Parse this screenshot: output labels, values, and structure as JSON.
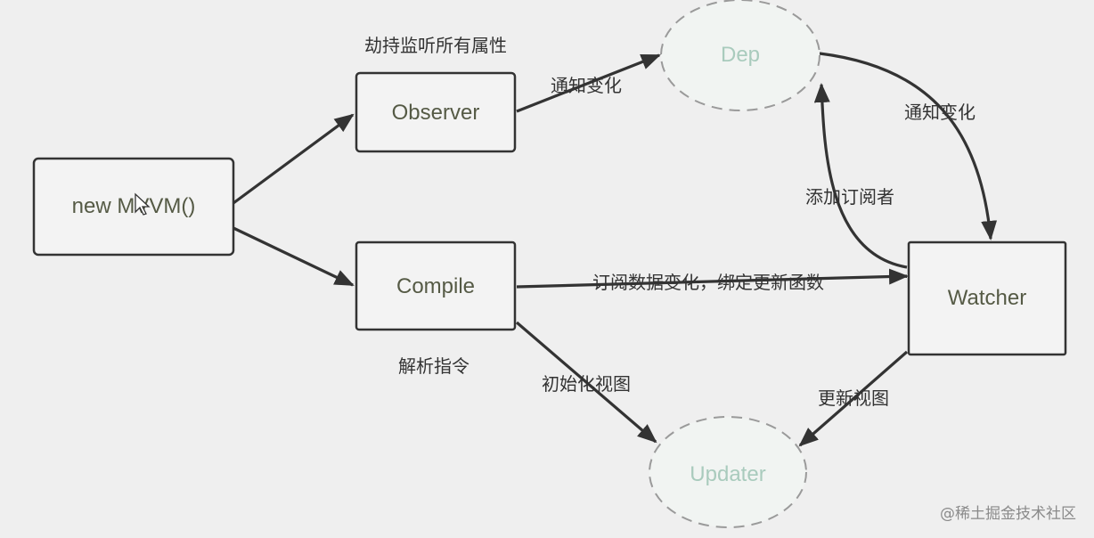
{
  "nodes": {
    "mvvm": "new MVVM()",
    "observer": "Observer",
    "compile": "Compile",
    "watcher": "Watcher",
    "dep": "Dep",
    "updater": "Updater"
  },
  "labels": {
    "observer_note": "劫持监听所有属性",
    "compile_note": "解析指令",
    "observer_to_dep": "通知变化",
    "dep_to_watcher": "通知变化",
    "watcher_to_dep": "添加订阅者",
    "compile_to_watcher": "订阅数据变化，绑定更新函数",
    "compile_to_updater": "初始化视图",
    "watcher_to_updater": "更新视图"
  },
  "watermark": "@稀土掘金技术社区"
}
